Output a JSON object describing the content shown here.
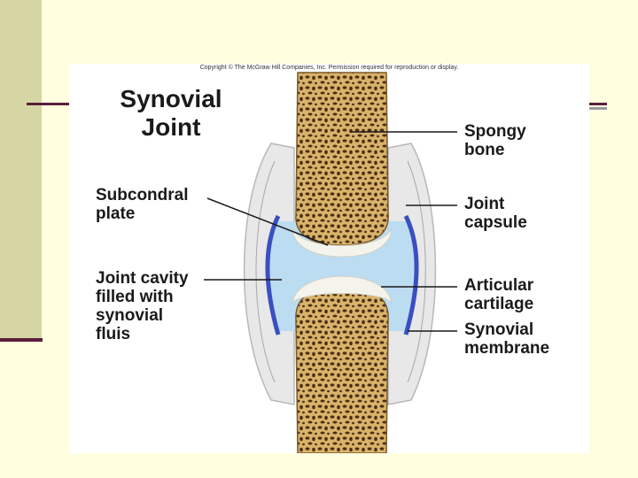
{
  "figure": {
    "copyright": "Copyright © The McGraw Hill Companies, Inc. Permission required for reproduction or display.",
    "title": "Synovial\nJoint",
    "labels": {
      "spongy_bone": "Spongy\nbone",
      "subcondral_plate": "Subcondral\nplate",
      "joint_capsule": "Joint\ncapsule",
      "joint_cavity": "Joint cavity\nfilled with\nsynovial\nfluis",
      "articular_cartilage": "Articular\ncartilage",
      "synovial_membrane": "Synovial\nmembrane"
    }
  },
  "colors": {
    "background": "#ffffe0",
    "side_band": "#d6d6a4",
    "accent_rule": "#5a1e3c",
    "bone": "#d9b36a",
    "bone_pores": "#4a2e12",
    "cartilage": "#f4f4ec",
    "cavity": "#bcdcf2",
    "membrane": "#3a4fc0",
    "capsule": "#b8b8b8"
  }
}
